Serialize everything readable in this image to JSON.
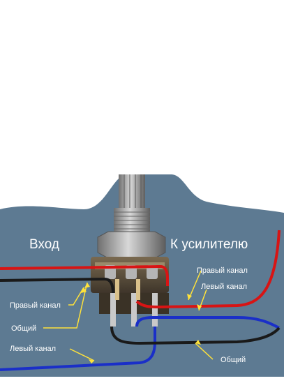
{
  "labels": {
    "input": "Вход",
    "to_amp": "К усилителю",
    "left_right": "Правый канал",
    "left_common": "Общий",
    "left_left": "Левый канал",
    "right_right": "Правый канал",
    "right_left": "Левый канал",
    "right_common": "Общий"
  },
  "colors": {
    "background": "#ffffff",
    "backdrop": "#5d7a92",
    "right_channel_wire": "#d81414",
    "left_channel_wire": "#1a2fc8",
    "common_wire": "#1a1a1a",
    "leader_line": "#ffe23a",
    "metal": "#a8a8a8"
  }
}
